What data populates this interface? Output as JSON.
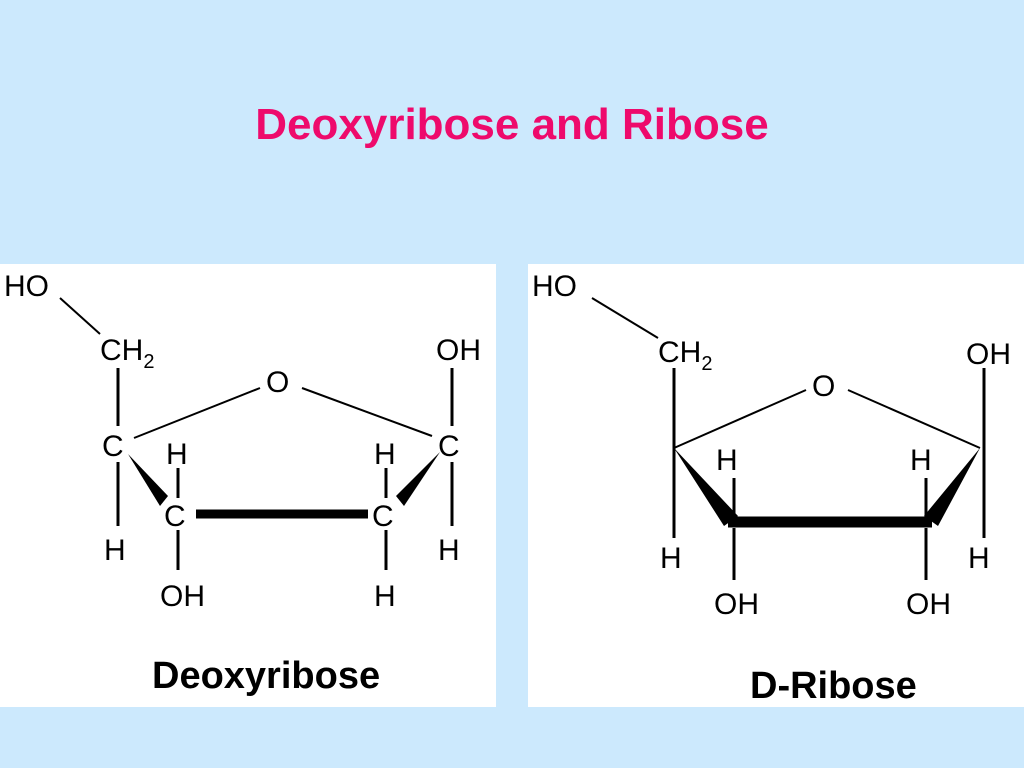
{
  "slide": {
    "title": "Deoxyribose and Ribose",
    "colors": {
      "background": "#cce9fd",
      "title": "#ee0a6c",
      "panel": "#ffffff"
    }
  },
  "structures": [
    {
      "caption": "Deoxyribose",
      "labels": {
        "ho": "HO",
        "ch": "CH",
        "sub2": "2",
        "o": "O",
        "oh_top": "OH",
        "c4": "C",
        "c3": "C",
        "c2": "C",
        "c1": "C",
        "h_c4": "H",
        "h_c3_up": "H",
        "h_c2_up": "H",
        "h_c1": "H",
        "oh_c3": "OH",
        "h_c2_down": "H"
      }
    },
    {
      "caption": "D-Ribose",
      "labels": {
        "ho": "HO",
        "ch": "CH",
        "sub2": "2",
        "o": "O",
        "oh_top": "OH",
        "h_c4": "H",
        "h_c3_up": "H",
        "h_c2_up": "H",
        "h_c1": "H",
        "oh_c3": "OH",
        "oh_c2": "OH"
      }
    }
  ]
}
